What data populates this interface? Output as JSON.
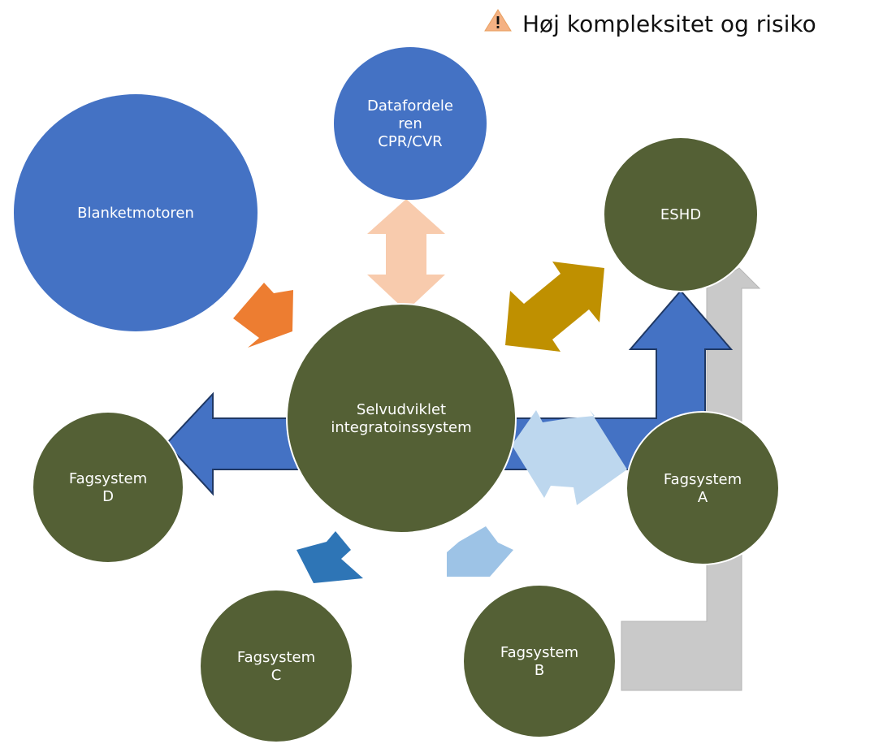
{
  "legend": {
    "text": "Høj kompleksitet og risiko",
    "icon": "warning-icon"
  },
  "nodes": {
    "blanketmotoren": {
      "lines": [
        "Blanketmotoren"
      ]
    },
    "datafordeleren": {
      "lines": [
        "Datafordele",
        "ren",
        "CPR/CVR"
      ]
    },
    "eshd": {
      "lines": [
        "ESHD"
      ]
    },
    "central": {
      "lines": [
        "Selvudviklet",
        "integratoinssystem"
      ]
    },
    "fagsystem_a": {
      "lines": [
        "Fagsystem",
        "A"
      ]
    },
    "fagsystem_b": {
      "lines": [
        "Fagsystem",
        "B"
      ]
    },
    "fagsystem_c": {
      "lines": [
        "Fagsystem",
        "C"
      ]
    },
    "fagsystem_d": {
      "lines": [
        "Fagsystem",
        "D"
      ]
    }
  },
  "colors": {
    "blue_node": "#4472C4",
    "olive_node": "#546035",
    "orange_arrow": "#ED7D31",
    "peach_arrow": "#F8CBAD",
    "gold_arrow": "#BF9000",
    "blue_arrow": "#4472C4",
    "grey_arrow": "#C9C9C9",
    "lightblue_arrow": "#BDD7EE",
    "steelblue_arrow": "#2E75B6",
    "skyblue_arrow": "#9DC3E6",
    "warning": "#F4B183"
  }
}
